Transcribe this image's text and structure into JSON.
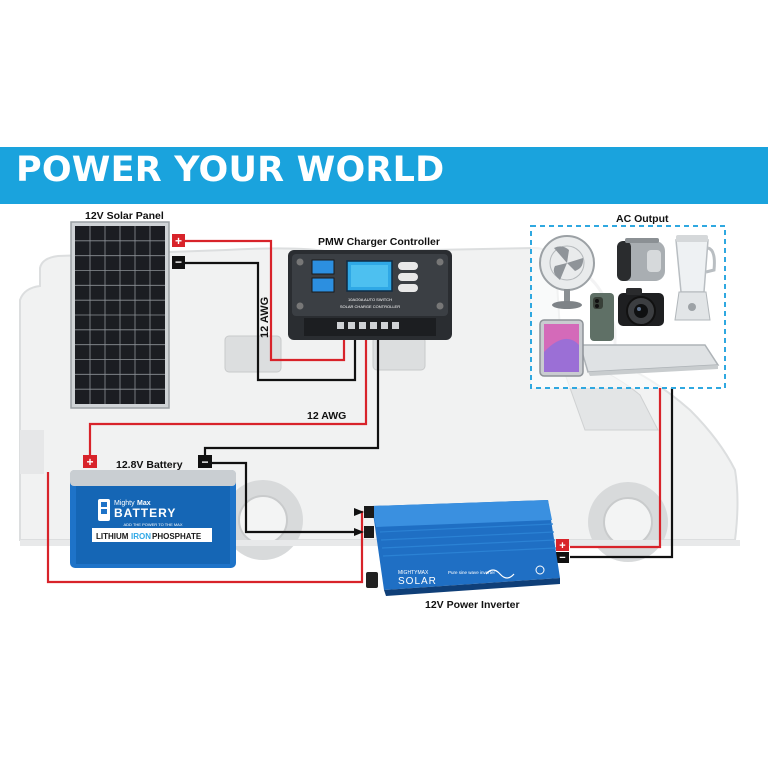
{
  "banner": {
    "title": "POWER YOUR WORLD",
    "color": "#1aa3dd"
  },
  "labels": {
    "solar_panel": "12V Solar Panel",
    "charger": "PMW Charger Controller",
    "ac_output": "AC Output",
    "battery": "12.8V Battery",
    "inverter": "12V Power Inverter",
    "wire_gauge_vertical": "12 AWG",
    "wire_gauge_horizontal": "12 AWG"
  },
  "terminals": {
    "plus": "+",
    "minus": "−"
  },
  "charger_device": {
    "line1": "10A/20A AUTO SWITCH",
    "line2": "SOLAR CHARGE CONTROLLER"
  },
  "battery_device": {
    "brand1": "Mighty",
    "brand2": "Max",
    "brand3": "BATTERY",
    "tagline": "ADD THE POWER TO THE MAX",
    "chem1": "LITHIUM",
    "chem2": "IRON",
    "chem3": "PHOSPHATE"
  },
  "inverter_device": {
    "brand1": "MIGHTYMAX",
    "brand2": "SOLAR",
    "product": "Pure sine wave inverter"
  },
  "colors": {
    "wire_positive": "#d8232a",
    "wire_negative": "#111111",
    "ac_box_border": "#2fa8e0",
    "inverter_body": "#1f6fc4",
    "battery_body": "#1e73c8"
  }
}
